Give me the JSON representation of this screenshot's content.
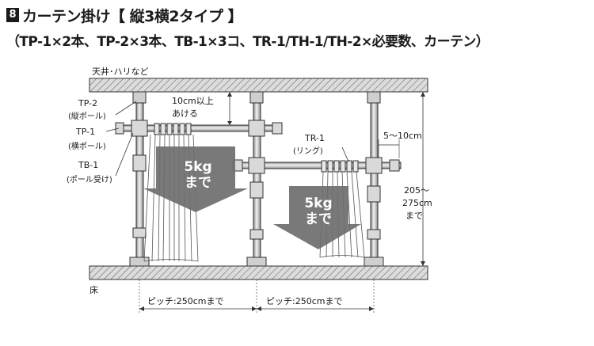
{
  "header": {
    "badge": "8",
    "title": "カーテン掛け【 縦3横2タイプ 】",
    "subtitle": "（TP-1×2本、TP-2×3本、TB-1×3コ、TR-1/TH-1/TH-2×必要数、カーテン）"
  },
  "labels": {
    "ceiling": "天井･ハリなど",
    "floor": "床",
    "tp2": "TP-2",
    "tp2_sub": "(縦ポール)",
    "tp1": "TP-1",
    "tp1_sub": "(横ポール)",
    "tb1": "TB-1",
    "tb1_sub": "(ポール受け)",
    "gap_line1": "10cm以上",
    "gap_line2": "あける",
    "tr1": "TR-1",
    "tr1_sub": "(リング)",
    "side_gap": "5～10cm",
    "height_line1": "205～",
    "height_line2": "275cm",
    "height_line3": "まで",
    "weight1_a": "5kg",
    "weight1_b": "まで",
    "weight2_a": "5kg",
    "weight2_b": "まで",
    "pitch1": "ピッチ:250cmまで",
    "pitch2": "ピッチ:250cmまで"
  }
}
